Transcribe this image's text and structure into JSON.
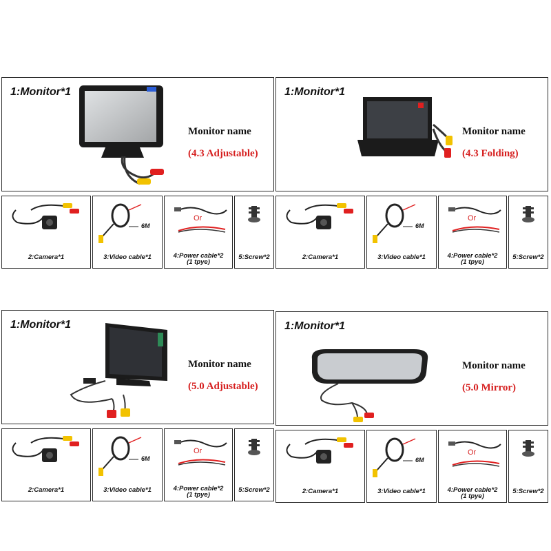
{
  "panels": [
    {
      "monitor_label": "1:Monitor*1",
      "name_label": "Monitor name",
      "model": "(4.3 Adjustable)",
      "camera_label": "2:Camera*1",
      "video_label": "3:Video cable*1",
      "video_length": "6M",
      "or_label": "Or",
      "power_label": "4:Power cable*2",
      "power_note": "(1 tpye)",
      "screw_label": "5:Screw*2"
    },
    {
      "monitor_label": "1:Monitor*1",
      "name_label": "Monitor name",
      "model": "(4.3 Folding)",
      "camera_label": "2:Camera*1",
      "video_label": "3:Video cable*1",
      "video_length": "6M",
      "or_label": "Or",
      "power_label": "4:Power cable*2",
      "power_note": "(1 tpye)",
      "screw_label": "5:Screw*2"
    },
    {
      "monitor_label": "1:Monitor*1",
      "name_label": "Monitor name",
      "model": "(5.0 Adjustable)",
      "camera_label": "2:Camera*1",
      "video_label": "3:Video cable*1",
      "video_length": "6M",
      "or_label": "Or",
      "power_label": "4:Power cable*2",
      "power_note": "(1 tpye)",
      "screw_label": "5:Screw*2"
    },
    {
      "monitor_label": "1:Monitor*1",
      "name_label": "Monitor name",
      "model": "(5.0 Mirror)",
      "camera_label": "2:Camera*1",
      "video_label": "3:Video cable*1",
      "video_length": "6M",
      "or_label": "Or",
      "power_label": "4:Power cable*2",
      "power_note": "(1 tpye)",
      "screw_label": "5:Screw*2"
    }
  ],
  "colors": {
    "model_text": "#d61f1f",
    "border": "#2a2a2a",
    "rca_yellow": "#f2c200",
    "rca_red": "#e02020"
  }
}
